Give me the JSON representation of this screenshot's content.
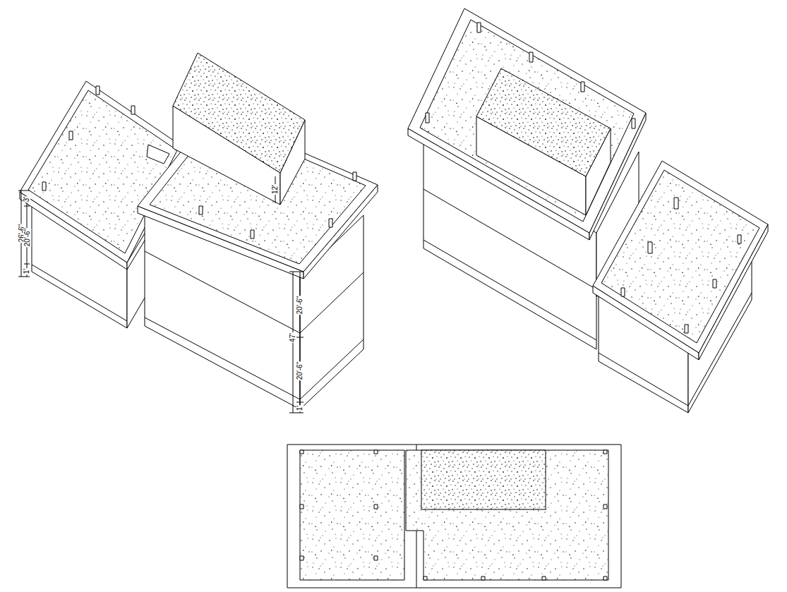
{
  "diagram": {
    "labels": [
      "26'-6\"",
      "20'-6\"",
      "3'",
      "1'",
      "12'",
      "20'-6\"",
      "47'",
      "20'-6\"",
      "1'"
    ]
  }
}
